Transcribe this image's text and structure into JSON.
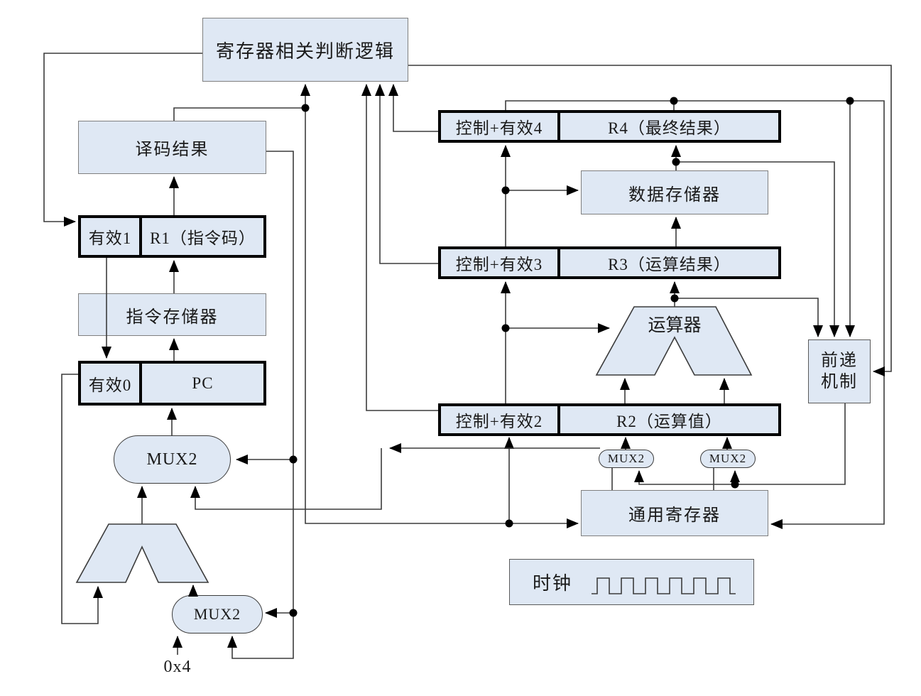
{
  "diagram": {
    "title_note": "CPU pipeline hazard/forwarding block diagram",
    "hazard_logic": "寄存器相关判断逻辑",
    "decode_result": "译码结果",
    "if_id": {
      "valid": "有效1",
      "reg": "R1（指令码）"
    },
    "instruction_memory": "指令存储器",
    "pc_row": {
      "valid": "有效0",
      "reg": "PC"
    },
    "pc_mux": "MUX2",
    "npc_mux": "MUX2",
    "const_value": "0x4",
    "wb_row": {
      "ctrl": "控制+有效4",
      "reg": "R4（最终结果）"
    },
    "data_memory": "数据存储器",
    "mem_row": {
      "ctrl": "控制+有效3",
      "reg": "R3（运算结果）"
    },
    "alu": "运算器",
    "ex_row": {
      "ctrl": "控制+有效2",
      "reg": "R2（运算值）"
    },
    "operand_mux_a": "MUX2",
    "operand_mux_b": "MUX2",
    "register_file": "通用寄存器",
    "forwarding": {
      "line1": "前递",
      "line2": "机制"
    },
    "clock": "时钟",
    "colors": {
      "box_fill": "#dfe8f4",
      "box_border": "#7f7f7f",
      "register_border": "#000000",
      "wire": "#3c3c3c"
    }
  }
}
